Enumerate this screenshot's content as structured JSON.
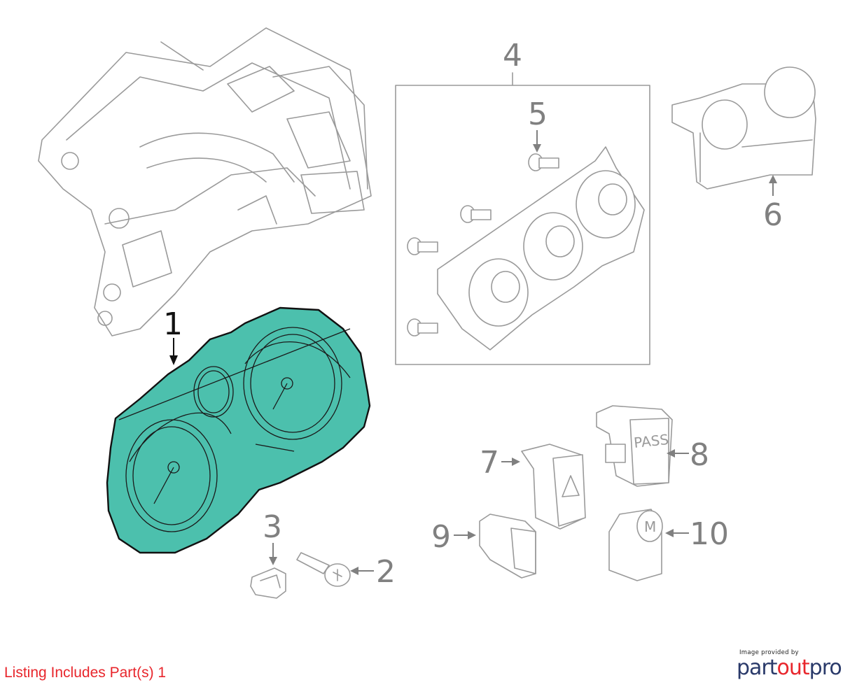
{
  "callouts": {
    "c1": "1",
    "c2": "2",
    "c3": "3",
    "c4": "4",
    "c5": "5",
    "c6": "6",
    "c7": "7",
    "c8": "8",
    "c9": "9",
    "c10": "10"
  },
  "button_labels": {
    "pass": "PASS",
    "m": "M"
  },
  "footer": {
    "listing": "Listing Includes Part(s) 1",
    "brand_caption": "Image provided by",
    "brand_part": "part",
    "brand_out": "out",
    "brand_pro": "pro"
  },
  "colors": {
    "highlight": "#4cc0ad",
    "listing_text": "#e8262c",
    "brand_navy": "#2a3a6a",
    "line_gray": "#9a9a9a"
  }
}
